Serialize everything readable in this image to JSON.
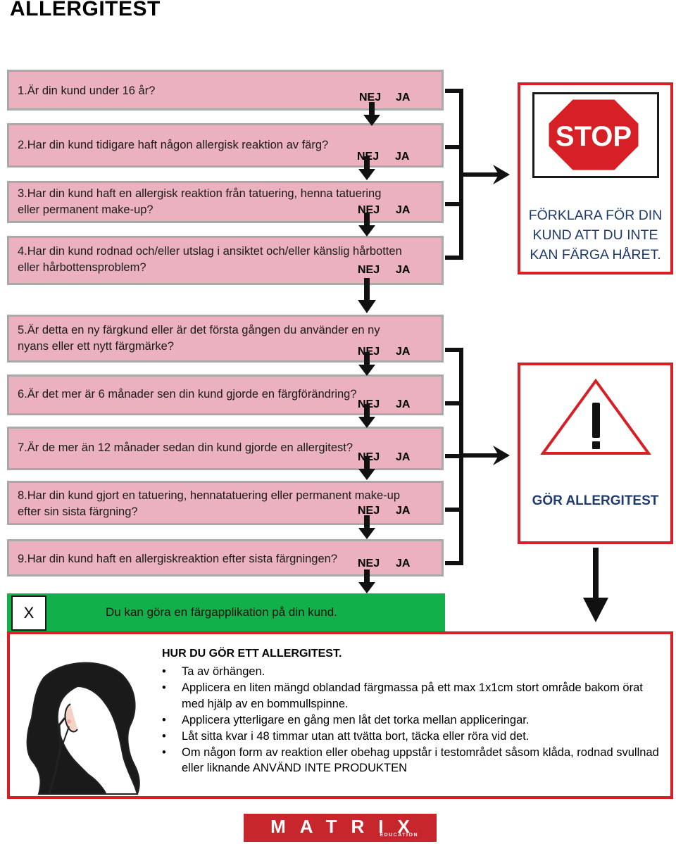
{
  "title": "ALLERGITEST",
  "questions": [
    {
      "text": "1.Är din kund under 16 år?",
      "nej": "NEJ",
      "ja": "JA"
    },
    {
      "text": "2.Har din kund tidigare haft någon allergisk reaktion av färg?",
      "nej": "NEJ",
      "ja": "JA"
    },
    {
      "text": "3.Har din kund haft en allergisk reaktion från tatuering, henna tatuering\neller permanent make-up?",
      "nej": "NEJ",
      "ja": "JA"
    },
    {
      "text": "4.Har din kund rodnad och/eller utslag i ansiktet och/eller känslig hårbotten\neller hårbottensproblem?",
      "nej": "NEJ",
      "ja": "JA"
    },
    {
      "text": "5.Är detta en ny färgkund eller är det första gången du använder en ny\nnyans eller ett nytt färgmärke?",
      "nej": "NEJ",
      "ja": "JA"
    },
    {
      "text": "6.Är det mer är 6 månader sen din kund gjorde en färgförändring?",
      "nej": "NEJ",
      "ja": "JA"
    },
    {
      "text": "7.Är de mer än 12 månader sedan din kund gjorde en allergitest?",
      "nej": "NEJ",
      "ja": "JA"
    },
    {
      "text": "8.Har din kund gjort en tatuering, hennatatuering eller permanent make-up\nefter sin sista färgning?",
      "nej": "NEJ",
      "ja": "JA"
    },
    {
      "text": "9.Har din kund haft en allergiskreaktion efter sista färgningen?",
      "nej": "NEJ",
      "ja": "JA"
    }
  ],
  "stop": {
    "sign_text": "STOP",
    "message": "FÖRKLARA FÖR DIN KUND ATT DU INTE KAN FÄRGA HÅRET."
  },
  "warning": {
    "message": "GÖR ALLERGITEST"
  },
  "result": {
    "mark": "X",
    "text": "Du kan göra en färgapplikation på din kund."
  },
  "instructions": {
    "title": "HUR DU GÖR ETT ALLERGITEST.",
    "items": [
      "Ta av örhängen.",
      "Applicera en liten mängd oblandad färgmassa på ett max 1x1cm stort område bakom örat med hjälp av en bommullspinne.",
      "Applicera ytterligare en gång men låt det torka mellan appliceringar.",
      "Låt sitta kvar i 48 timmar utan att tvätta bort, täcka eller röra vid det.",
      "Om någon form av reaktion eller obehag uppstår i testområdet såsom klåda, rodnad svullnad eller liknande ANVÄND INTE PRODUKTEN"
    ]
  },
  "logo": {
    "name": "MATRIX",
    "sub": "EDUCATION"
  },
  "colors": {
    "question_bg": "#ebb1bf",
    "alert_red": "#d62026",
    "green": "#12b04a",
    "navy": "#1f3a6e"
  }
}
